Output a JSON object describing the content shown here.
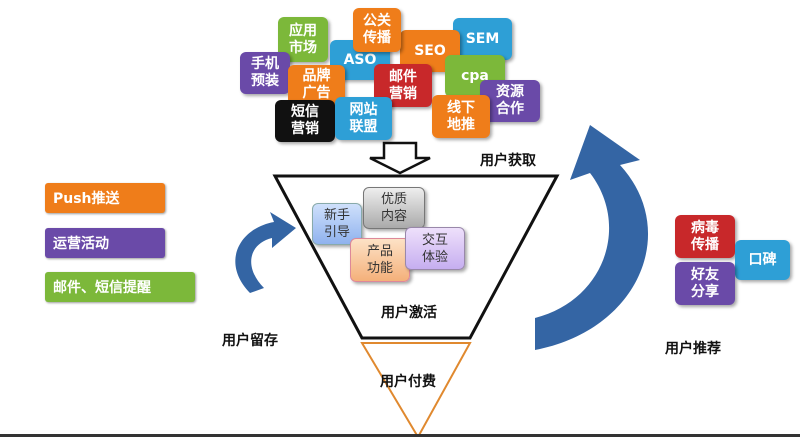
{
  "acquisition": {
    "label": "用户获取",
    "channels": [
      "应用\n市场",
      "公关\n传播",
      "SEM",
      "ASO",
      "SEO",
      "手机\n预装",
      "品牌\n广告",
      "邮件\n营销",
      "cpa",
      "资源\n合作",
      "短信\n营销",
      "网站\n联盟",
      "线下\n地推"
    ]
  },
  "activation": {
    "label": "用户激活",
    "items": [
      "新手\n引导",
      "优质\n内容",
      "产品\n功能",
      "交互\n体验"
    ]
  },
  "payment": {
    "label": "用户付费"
  },
  "retention": {
    "label": "用户留存",
    "methods": [
      "Push推送",
      "运营活动",
      "邮件、短信提醒"
    ]
  },
  "referral": {
    "label": "用户推荐",
    "items": [
      "病毒\n传播",
      "口碑",
      "好友\n分享"
    ]
  },
  "colors": {
    "orange": "#ef7d1a",
    "green": "#7cb83a",
    "blue": "#2e9fd6",
    "purple": "#6a4aa8",
    "red": "#c8282a",
    "black": "#111111",
    "arrow": "#3465a4"
  }
}
